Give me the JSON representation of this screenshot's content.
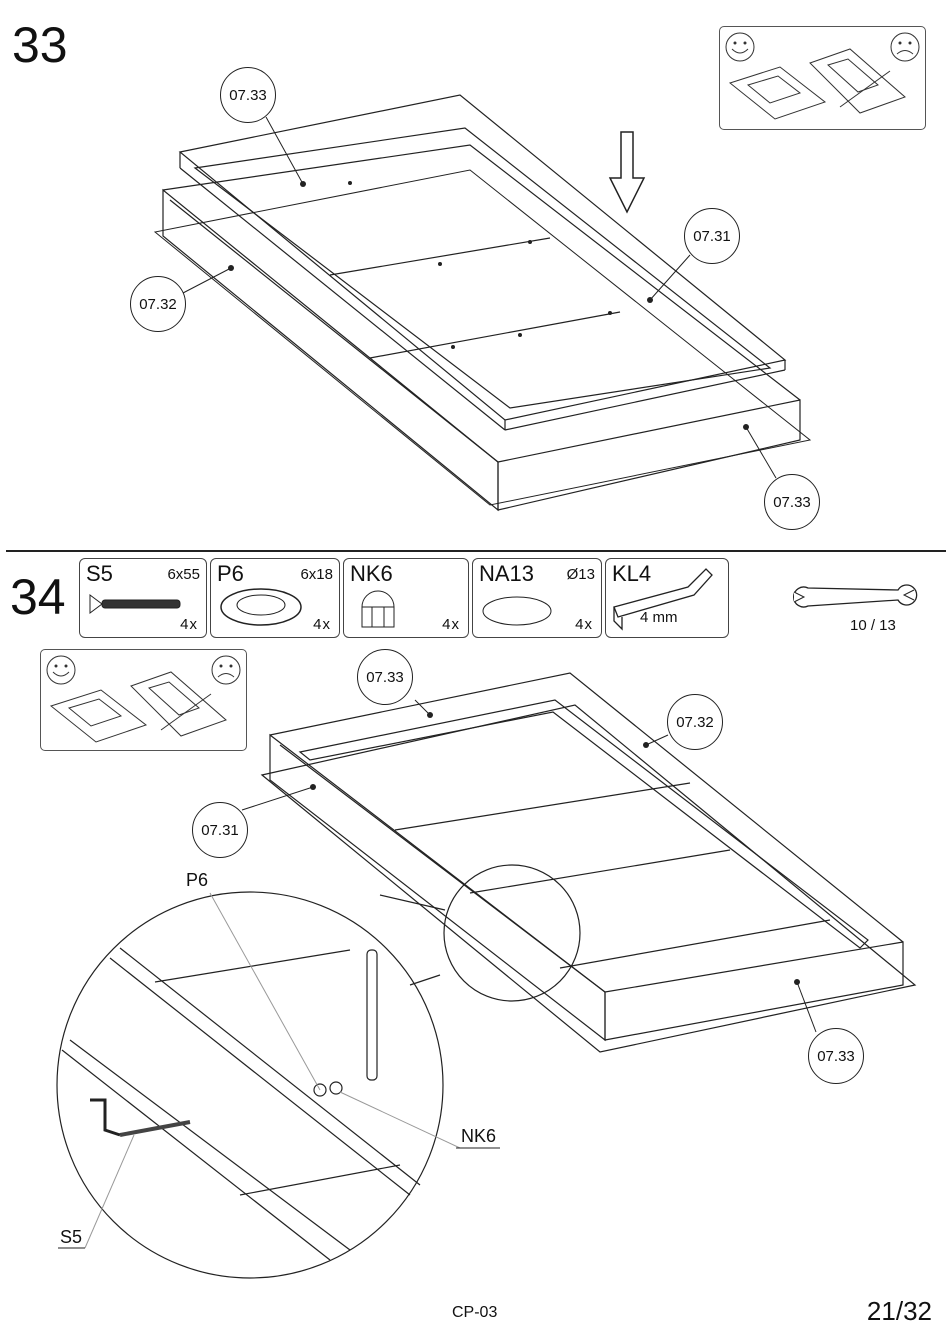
{
  "steps": [
    {
      "number": "33",
      "callouts": [
        "07.33",
        "07.31",
        "07.32",
        "07.33"
      ]
    },
    {
      "number": "34",
      "callouts": [
        "07.33",
        "07.32",
        "07.31",
        "07.33"
      ],
      "detail_labels": {
        "p6": "P6",
        "nk6": "NK6",
        "s5": "S5"
      }
    }
  ],
  "parts": [
    {
      "name": "S5",
      "size": "6x55",
      "qty": "4x",
      "icon": "screw-icon"
    },
    {
      "name": "P6",
      "size": "6x18",
      "qty": "4x",
      "icon": "washer-icon"
    },
    {
      "name": "NK6",
      "size": "",
      "qty": "4x",
      "icon": "cap-nut-icon"
    },
    {
      "name": "NA13",
      "size": "Ø13",
      "qty": "4x",
      "icon": "sticker-cap-icon"
    },
    {
      "name": "KL4",
      "size": "4 mm",
      "qty": "",
      "icon": "hex-key-icon"
    }
  ],
  "tool": {
    "icon": "wrench-icon",
    "size": "10 / 13"
  },
  "footer": {
    "code": "CP-03",
    "page": "21/32"
  }
}
